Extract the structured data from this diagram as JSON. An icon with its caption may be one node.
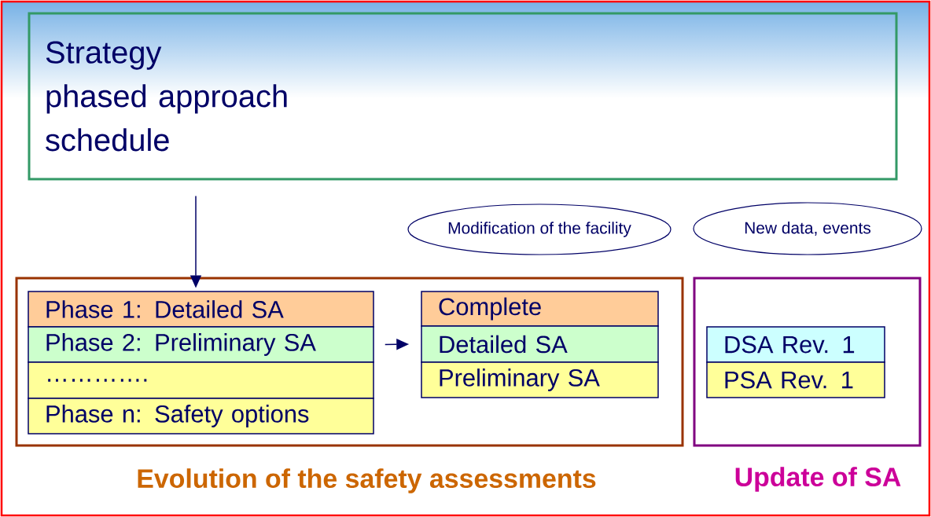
{
  "diagram": {
    "nodes": [
      {
        "text": [
          "Strategy",
          "phased approach",
          "schedule"
        ]
      },
      {
        "text": [
          "Modification of the facility"
        ]
      },
      {
        "text": [
          "New data, events"
        ]
      },
      {
        "text": [
          "Evolution of the safety assessments"
        ]
      },
      {
        "text": [
          "Phase 1: Detailed SA"
        ],
        "in": 3
      },
      {
        "text": [
          "Phase 2: Preliminary SA"
        ],
        "in": 3
      },
      {
        "text": [
          "…………."
        ],
        "in": 3
      },
      {
        "text": [
          "Phase n: Safety options"
        ],
        "in": 3
      },
      {
        "text": [
          "Complete"
        ],
        "in": 3
      },
      {
        "text": [
          "Detailed SA"
        ],
        "in": 3
      },
      {
        "text": [
          "Preliminary SA"
        ],
        "in": 3
      },
      {
        "text": [
          "Update of SA"
        ]
      },
      {
        "text": [
          "DSA Rev. 1"
        ],
        "in": 11
      },
      {
        "text": [
          "PSA Rev. 1"
        ],
        "in": 11
      }
    ],
    "edges": [
      {
        "from": 0,
        "to": 3,
        "arrow": "to"
      },
      {
        "from": 5,
        "to": 9,
        "arrow": "to"
      }
    ]
  }
}
